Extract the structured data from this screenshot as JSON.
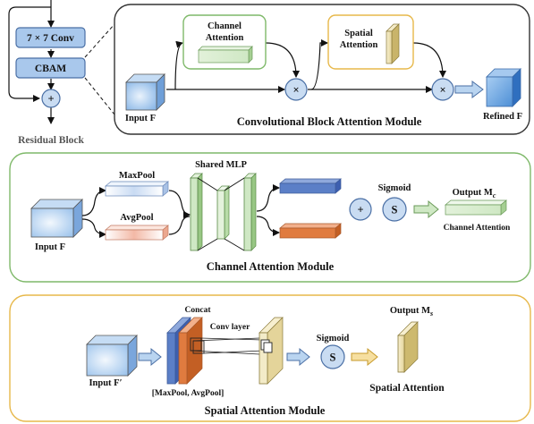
{
  "residual_block": {
    "conv_label": "7 × 7 Conv",
    "cbam_label": "CBAM",
    "plus_symbol": "+",
    "caption": "Residual Block"
  },
  "cbam_module": {
    "title": "Convolutional Block Attention Module",
    "input_label": "Input  F",
    "channel_attention_line1": "Channel",
    "channel_attention_line2": "Attention",
    "spatial_attention_line1": "Spatial",
    "spatial_attention_line2": "Attention",
    "multiply_symbol": "×",
    "output_label": "Refined  F"
  },
  "channel_module": {
    "title": "Channel Attention Module",
    "input_label": "Input  F",
    "maxpool_label": "MaxPool",
    "avgpool_label": "AvgPool",
    "mlp_label": "Shared MLP",
    "plus_symbol": "+",
    "sigmoid_label": "Sigmoid",
    "sigmoid_symbol": "S",
    "output_label": "Output  M",
    "output_subscript": "c",
    "result_label": "Channel Attention"
  },
  "spatial_module": {
    "title": "Spatial Attention Module",
    "input_label": "Input  F′",
    "concat_label": "Concat",
    "pool_label": "[MaxPool, AvgPool]",
    "conv_layer_label": "Conv layer",
    "sigmoid_label": "Sigmoid",
    "sigmoid_symbol": "S",
    "output_label": "Output  M",
    "output_subscript": "s",
    "result_label": "Spatial Attention"
  },
  "colors": {
    "frame_black": "#333333",
    "frame_green": "#7fb96a",
    "frame_gold": "#e7b84a",
    "block_blue": "#a9c8ec",
    "cube_blue": "#8cb8e8",
    "bar_green": "#cfe8c4",
    "bar_tan": "#e9d9a6",
    "bar_blue": "#5b7fc7",
    "bar_orange": "#e07b3f",
    "circle_blue": "#c9dcf2"
  }
}
